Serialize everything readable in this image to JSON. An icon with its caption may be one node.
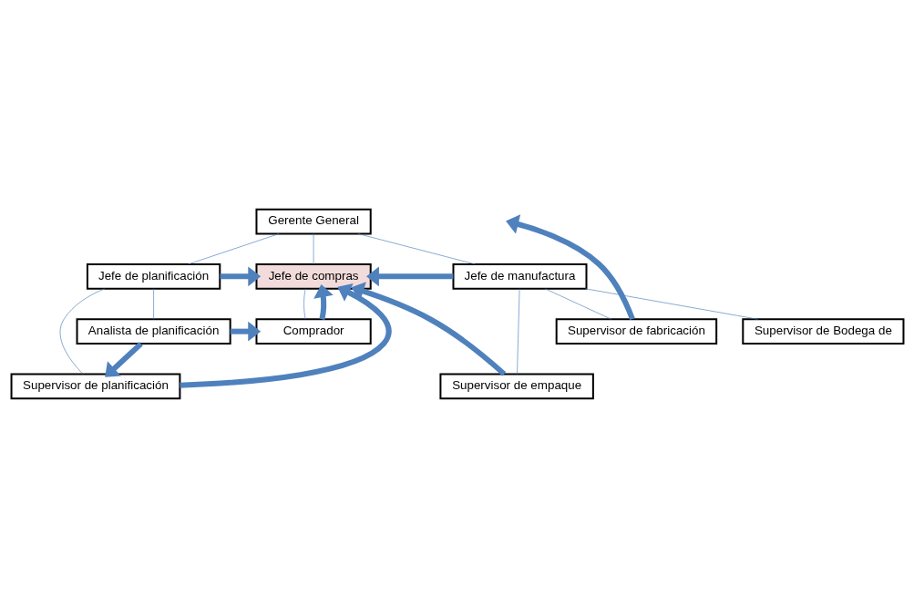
{
  "diagram": {
    "nodes": [
      {
        "text": [
          "Gerente General"
        ]
      },
      {
        "text": [
          "Jefe de planificación"
        ]
      },
      {
        "text": [
          "Jefe de compras"
        ]
      },
      {
        "text": [
          "Jefe de manufactura"
        ]
      },
      {
        "text": [
          "Supervisor de planificación"
        ]
      },
      {
        "text": [
          "Supervisor de empaque"
        ]
      },
      {
        "text": [
          "Analista de planificación"
        ]
      },
      {
        "text": [
          "Comprador"
        ]
      },
      {
        "text": [
          "Supervisor de fabricación"
        ]
      },
      {
        "text": [
          "Supervisor de Bodega de"
        ]
      }
    ],
    "edges": [
      {
        "from": 0,
        "to": 1,
        "arrow": "none"
      },
      {
        "from": 0,
        "to": 2,
        "arrow": "none"
      },
      {
        "from": 0,
        "to": 3,
        "arrow": "none"
      },
      {
        "from": 1,
        "to": 4,
        "arrow": "none"
      },
      {
        "from": 1,
        "to": 6,
        "arrow": "none"
      },
      {
        "from": 2,
        "to": 7,
        "arrow": "none"
      },
      {
        "from": 3,
        "to": 5,
        "arrow": "none"
      },
      {
        "from": 3,
        "to": 8,
        "arrow": "none"
      },
      {
        "from": 3,
        "to": 9,
        "arrow": "none"
      },
      {
        "from": 1,
        "to": 2,
        "arrow": "to",
        "style": "thick"
      },
      {
        "from": 4,
        "to": 2,
        "arrow": "to",
        "style": "thick"
      },
      {
        "from": 6,
        "to": 4,
        "arrow": "to",
        "style": "thick"
      },
      {
        "from": 6,
        "to": 7,
        "arrow": "to",
        "style": "thick"
      },
      {
        "from": 7,
        "to": 2,
        "arrow": "to",
        "style": "thick"
      },
      {
        "from": 3,
        "to": 2,
        "arrow": "to",
        "style": "thick"
      },
      {
        "from": 5,
        "to": 2,
        "arrow": "to",
        "style": "thick"
      },
      {
        "from": 8,
        "to": null,
        "arrow": "to",
        "style": "thick"
      }
    ]
  }
}
